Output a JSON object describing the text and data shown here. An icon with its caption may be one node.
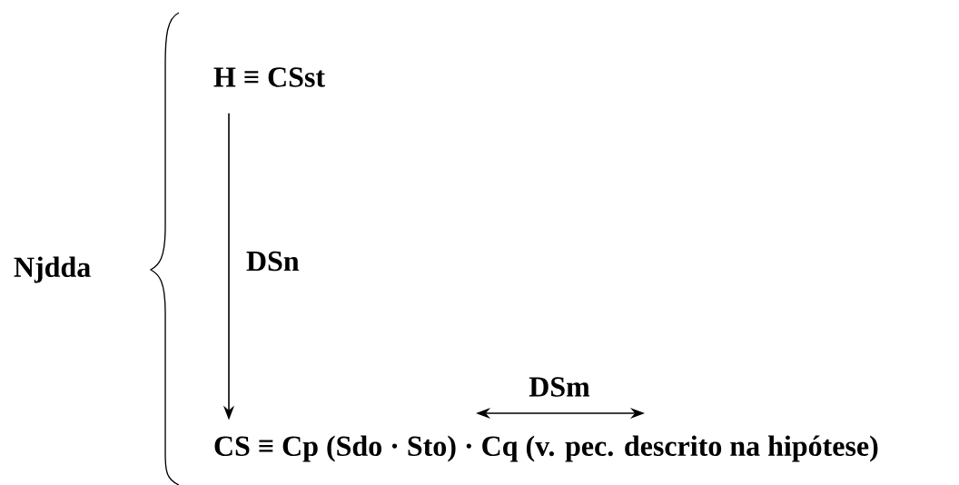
{
  "diagram": {
    "nodes": [
      {
        "text": [
          "H ≡ CSst"
        ]
      },
      {
        "text": [
          "CS ≡ Cp (Sdo · Sto) · Cq (v. pec. descrito na hipótese)"
        ]
      }
    ],
    "edges": [
      {
        "from": 0,
        "to": 1,
        "arrow": "to",
        "label": "DSn"
      }
    ],
    "labels": [
      "Njdda",
      "DSm"
    ]
  }
}
